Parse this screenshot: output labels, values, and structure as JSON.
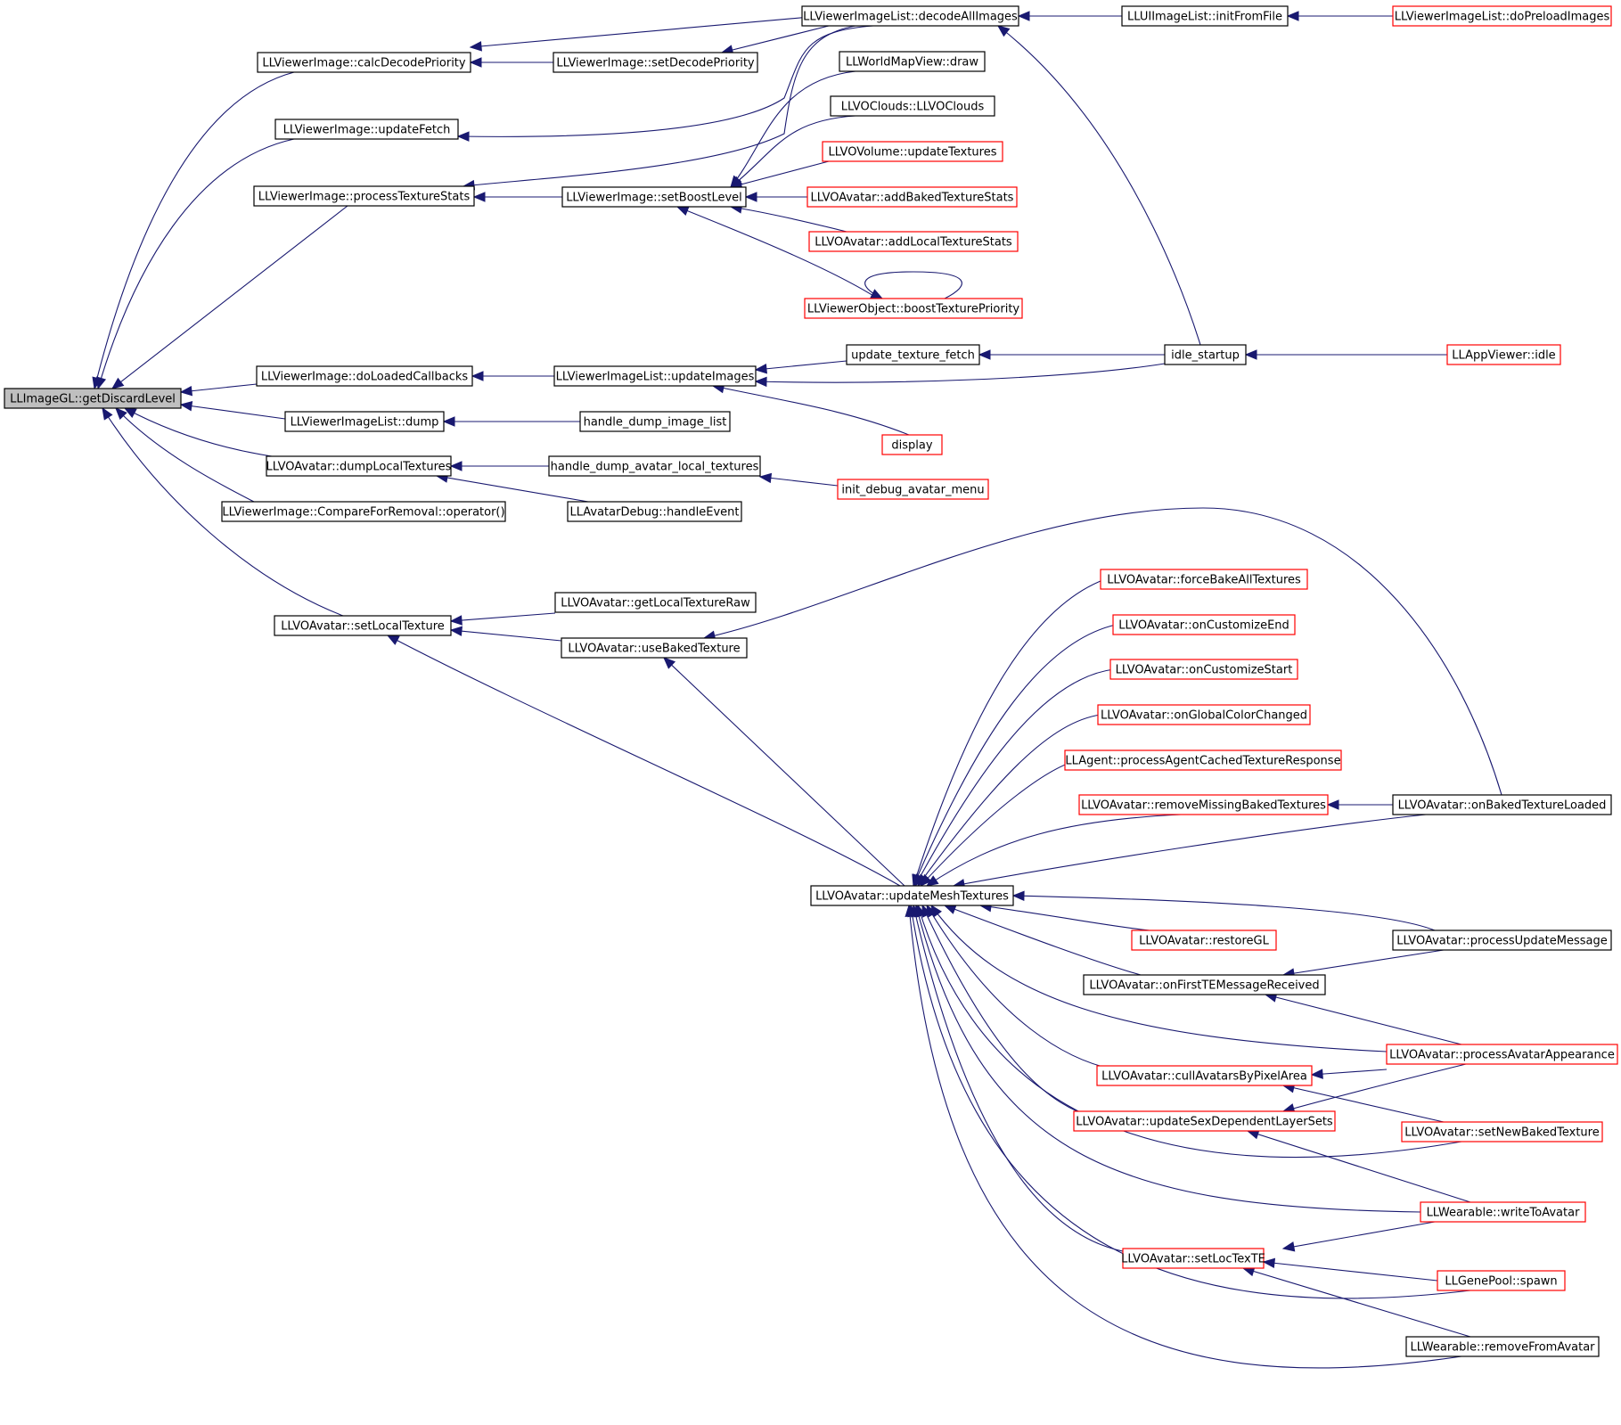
{
  "colors": {
    "edge": "#191970",
    "border_black": "#000000",
    "border_red": "#ff0000",
    "focus_fill": "#bfbfbf",
    "fill": "#ffffff"
  },
  "nodes": [
    {
      "id": "getDiscardLevel",
      "label": "LLImageGL::getDiscardLevel",
      "border": "black",
      "focus": true
    },
    {
      "id": "calcDecodePriority",
      "label": "LLViewerImage::calcDecodePriority",
      "border": "black"
    },
    {
      "id": "updateFetch",
      "label": "LLViewerImage::updateFetch",
      "border": "black"
    },
    {
      "id": "processTextureStats",
      "label": "LLViewerImage::processTextureStats",
      "border": "black"
    },
    {
      "id": "doLoadedCallbacks",
      "label": "LLViewerImage::doLoadedCallbacks",
      "border": "black"
    },
    {
      "id": "vilDump",
      "label": "LLViewerImageList::dump",
      "border": "black"
    },
    {
      "id": "dumpLocalTextures",
      "label": "LLVOAvatar::dumpLocalTextures",
      "border": "black"
    },
    {
      "id": "compareForRemoval",
      "label": "LLViewerImage::CompareForRemoval::operator()",
      "border": "black"
    },
    {
      "id": "setLocalTexture",
      "label": "LLVOAvatar::setLocalTexture",
      "border": "black"
    },
    {
      "id": "decodeAllImages",
      "label": "LLViewerImageList::decodeAllImages",
      "border": "black"
    },
    {
      "id": "setDecodePriority",
      "label": "LLViewerImage::setDecodePriority",
      "border": "black"
    },
    {
      "id": "worldMapDraw",
      "label": "LLWorldMapView::draw",
      "border": "black"
    },
    {
      "id": "voClouds",
      "label": "LLVOClouds::LLVOClouds",
      "border": "black"
    },
    {
      "id": "voVolumeUpdate",
      "label": "LLVOVolume::updateTextures",
      "border": "red"
    },
    {
      "id": "setBoostLevel",
      "label": "LLViewerImage::setBoostLevel",
      "border": "black"
    },
    {
      "id": "addBakedTextureStats",
      "label": "LLVOAvatar::addBakedTextureStats",
      "border": "red"
    },
    {
      "id": "addLocalTextureStats",
      "label": "LLVOAvatar::addLocalTextureStats",
      "border": "red"
    },
    {
      "id": "boostTexturePriority",
      "label": "LLViewerObject::boostTexturePriority",
      "border": "red"
    },
    {
      "id": "updateTextureFetch",
      "label": "update_texture_fetch",
      "border": "black"
    },
    {
      "id": "vilUpdateImages",
      "label": "LLViewerImageList::updateImages",
      "border": "black"
    },
    {
      "id": "display",
      "label": "display",
      "border": "red"
    },
    {
      "id": "handleDumpImageList",
      "label": "handle_dump_image_list",
      "border": "black"
    },
    {
      "id": "handleDumpAvatarLocalTextures",
      "label": "handle_dump_avatar_local_textures",
      "border": "black"
    },
    {
      "id": "initDebugAvatarMenu",
      "label": "init_debug_avatar_menu",
      "border": "red"
    },
    {
      "id": "avatarDebugHandleEvent",
      "label": "LLAvatarDebug::handleEvent",
      "border": "black"
    },
    {
      "id": "uiImageListInit",
      "label": "LLUIImageList::initFromFile",
      "border": "black"
    },
    {
      "id": "doPreloadImages",
      "label": "LLViewerImageList::doPreloadImages",
      "border": "red"
    },
    {
      "id": "idleStartup",
      "label": "idle_startup",
      "border": "black"
    },
    {
      "id": "appViewerIdle",
      "label": "LLAppViewer::idle",
      "border": "red"
    },
    {
      "id": "getLocalTextureRaw",
      "label": "LLVOAvatar::getLocalTextureRaw",
      "border": "black"
    },
    {
      "id": "useBakedTexture",
      "label": "LLVOAvatar::useBakedTexture",
      "border": "black"
    },
    {
      "id": "updateMeshTextures",
      "label": "LLVOAvatar::updateMeshTextures",
      "border": "black"
    },
    {
      "id": "forceBakeAllTextures",
      "label": "LLVOAvatar::forceBakeAllTextures",
      "border": "red"
    },
    {
      "id": "onCustomizeEnd",
      "label": "LLVOAvatar::onCustomizeEnd",
      "border": "red"
    },
    {
      "id": "onCustomizeStart",
      "label": "LLVOAvatar::onCustomizeStart",
      "border": "red"
    },
    {
      "id": "onGlobalColorChanged",
      "label": "LLVOAvatar::onGlobalColorChanged",
      "border": "red"
    },
    {
      "id": "processAgentCachedTextureResponse",
      "label": "LLAgent::processAgentCachedTextureResponse",
      "border": "red"
    },
    {
      "id": "removeMissingBakedTextures",
      "label": "LLVOAvatar::removeMissingBakedTextures",
      "border": "red"
    },
    {
      "id": "onBakedTextureLoaded",
      "label": "LLVOAvatar::onBakedTextureLoaded",
      "border": "black"
    },
    {
      "id": "restoreGL",
      "label": "LLVOAvatar::restoreGL",
      "border": "red"
    },
    {
      "id": "processUpdateMessage",
      "label": "LLVOAvatar::processUpdateMessage",
      "border": "black"
    },
    {
      "id": "onFirstTEMessageReceived",
      "label": "LLVOAvatar::onFirstTEMessageReceived",
      "border": "black"
    },
    {
      "id": "processAvatarAppearance",
      "label": "LLVOAvatar::processAvatarAppearance",
      "border": "red"
    },
    {
      "id": "cullAvatarsByPixelArea",
      "label": "LLVOAvatar::cullAvatarsByPixelArea",
      "border": "red"
    },
    {
      "id": "updateSexDependentLayerSets",
      "label": "LLVOAvatar::updateSexDependentLayerSets",
      "border": "red"
    },
    {
      "id": "setNewBakedTexture",
      "label": "LLVOAvatar::setNewBakedTexture",
      "border": "red"
    },
    {
      "id": "wearableWriteToAvatar",
      "label": "LLWearable::writeToAvatar",
      "border": "red"
    },
    {
      "id": "setLocTexTE",
      "label": "LLVOAvatar::setLocTexTE",
      "border": "red"
    },
    {
      "id": "genePoolSpawn",
      "label": "LLGenePool::spawn",
      "border": "red"
    },
    {
      "id": "wearableRemoveFromAvatar",
      "label": "LLWearable::removeFromAvatar",
      "border": "black"
    }
  ]
}
